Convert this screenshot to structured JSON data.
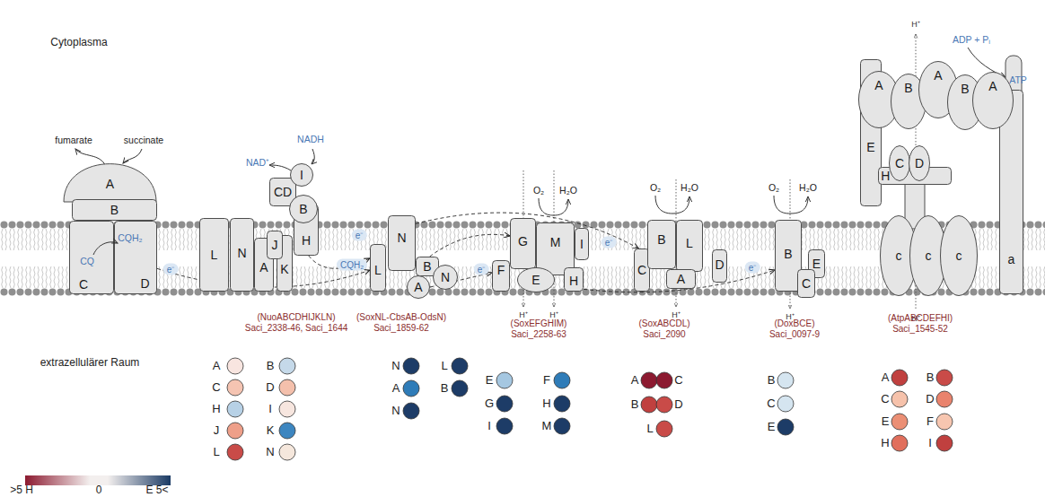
{
  "diagram": {
    "nodes": [
      {
        "text": [
          "A"
        ]
      },
      {
        "text": [
          "B"
        ]
      },
      {
        "text": [
          "C"
        ]
      },
      {
        "text": [
          "D"
        ]
      },
      {
        "text": [
          "L"
        ]
      },
      {
        "text": [
          "N"
        ]
      },
      {
        "text": [
          "A"
        ]
      },
      {
        "text": [
          "K"
        ]
      },
      {
        "text": [
          "J"
        ]
      },
      {
        "text": [
          "H"
        ]
      },
      {
        "text": [
          "CD"
        ]
      },
      {
        "text": [
          "I"
        ]
      },
      {
        "text": [
          "B"
        ]
      },
      {
        "text": [
          "N"
        ]
      },
      {
        "text": [
          "B"
        ]
      },
      {
        "text": [
          "L"
        ]
      },
      {
        "text": [
          "A"
        ]
      },
      {
        "text": [
          "N"
        ]
      },
      {
        "text": [
          "F"
        ]
      },
      {
        "text": [
          "G"
        ]
      },
      {
        "text": [
          "M"
        ]
      },
      {
        "text": [
          "I"
        ]
      },
      {
        "text": [
          "E"
        ]
      },
      {
        "text": [
          "H"
        ]
      },
      {
        "text": [
          "C"
        ]
      },
      {
        "text": [
          "B"
        ]
      },
      {
        "text": [
          "L"
        ]
      },
      {
        "text": [
          "A"
        ]
      },
      {
        "text": [
          "D"
        ]
      },
      {
        "text": [
          "B"
        ]
      },
      {
        "text": [
          "E"
        ]
      },
      {
        "text": [
          "C"
        ]
      },
      {
        "text": [
          "E"
        ]
      },
      {
        "text": [
          "a"
        ]
      },
      {
        "text": [
          "A"
        ]
      },
      {
        "text": [
          "B"
        ]
      },
      {
        "text": [
          "A"
        ]
      },
      {
        "text": [
          "B"
        ]
      },
      {
        "text": [
          "A"
        ]
      },
      {
        "text": [
          "H"
        ]
      },
      {
        "text": [
          "C"
        ]
      },
      {
        "text": [
          "D"
        ]
      },
      {
        "text": [
          "c"
        ]
      },
      {
        "text": [
          "c"
        ]
      },
      {
        "text": [
          "c"
        ]
      }
    ],
    "edges": [
      {
        "from": 3,
        "to": 15,
        "arrow": "to"
      },
      {
        "from": 9,
        "to": 15,
        "arrow": "to"
      },
      {
        "from": 14,
        "to": 19,
        "arrow": "to"
      },
      {
        "from": 13,
        "to": 24,
        "arrow": "to"
      },
      {
        "from": 16,
        "to": 18,
        "arrow": "to"
      },
      {
        "from": 23,
        "to": 29,
        "arrow": "to"
      }
    ],
    "labels": [
      "Cytoplasma",
      "fumarate",
      "succinate",
      "CQ",
      "CQH₂",
      "e⁻",
      "NAD⁺",
      "NADH",
      "e⁻",
      "CQH₂",
      "e⁻",
      "O₂",
      "H₂O",
      "e⁻",
      "O₂",
      "H₂O",
      "e⁻",
      "O₂",
      "H₂O",
      "H⁺",
      "H⁺",
      "H⁺",
      "H⁺",
      "H⁺",
      "H⁺",
      "ADP + Pᵢ",
      "ATP",
      "extrazellulärer Raum",
      "(NuoABCDHIJKLN)",
      "Saci_2338-46, Saci_1644",
      "A",
      "B",
      "C",
      "D",
      "H",
      "I",
      "J",
      "K",
      "L",
      "N",
      "(SoxNL-CbsAB-OdsN)",
      "Saci_1859-62",
      "N",
      "L",
      "A",
      "B",
      "N",
      "(SoxEFGHIM)",
      "Saci_2258-63",
      "E",
      "F",
      "G",
      "H",
      "I",
      "M",
      "(SoxABCDL)",
      "Saci_2090",
      "A",
      "C",
      "B",
      "D",
      "L",
      "(DoxBCE)",
      "Saci_0097-9",
      "B",
      "C",
      "E",
      "(AtpABCDEFHI)",
      "Saci_1545-52",
      "A",
      "B",
      "C",
      "D",
      "E",
      "F",
      "H",
      "I"
    ],
    "legend": [
      {
        "text": ">5 H",
        "color": "#8c1a30"
      },
      {
        "text": "0",
        "color": "#f3efee"
      },
      {
        "text": "E 5<",
        "color": "#1a3a64"
      }
    ]
  }
}
